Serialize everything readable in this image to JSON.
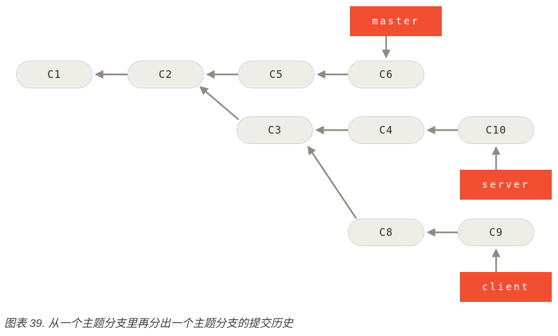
{
  "figure": {
    "caption": "图表 39. 从一个主题分支里再分出一个主题分支的提交历史"
  },
  "colors": {
    "branch_box": "#f14e32",
    "branch_text": "#ffffff",
    "commit_fill": "#eeede8",
    "commit_border": "#d8d5cc",
    "commit_text": "#2f2c28",
    "arrow": "#918a81",
    "caption_text": "#3d3d3d",
    "background": "#ffffff"
  },
  "diagram": {
    "commits": [
      {
        "id": "C1",
        "label": "C1"
      },
      {
        "id": "C2",
        "label": "C2"
      },
      {
        "id": "C5",
        "label": "C5"
      },
      {
        "id": "C6",
        "label": "C6"
      },
      {
        "id": "C3",
        "label": "C3"
      },
      {
        "id": "C4",
        "label": "C4"
      },
      {
        "id": "C10",
        "label": "C10"
      },
      {
        "id": "C8",
        "label": "C8"
      },
      {
        "id": "C9",
        "label": "C9"
      }
    ],
    "branches": [
      {
        "id": "master",
        "label": "master"
      },
      {
        "id": "server",
        "label": "server"
      },
      {
        "id": "client",
        "label": "client"
      }
    ],
    "edges": [
      {
        "from": "C2",
        "to": "C1",
        "type": "h"
      },
      {
        "from": "C5",
        "to": "C2",
        "type": "h"
      },
      {
        "from": "C6",
        "to": "C5",
        "type": "h"
      },
      {
        "from": "C3",
        "to": "C2",
        "type": "d",
        "fromOffset": [
          3,
          5
        ],
        "toOffset": [
          105,
          38
        ]
      },
      {
        "from": "C4",
        "to": "C3",
        "type": "h"
      },
      {
        "from": "C10",
        "to": "C4",
        "type": "h"
      },
      {
        "from": "C8",
        "to": "C3",
        "type": "d",
        "fromOffset": [
          12,
          0
        ],
        "toOffset": [
          103,
          44
        ]
      },
      {
        "from": "C9",
        "to": "C8",
        "type": "h"
      },
      {
        "from": "master",
        "to": "C6",
        "type": "v"
      },
      {
        "from": "server",
        "to": "C10",
        "type": "v"
      },
      {
        "from": "client",
        "to": "C9",
        "type": "v"
      }
    ]
  }
}
